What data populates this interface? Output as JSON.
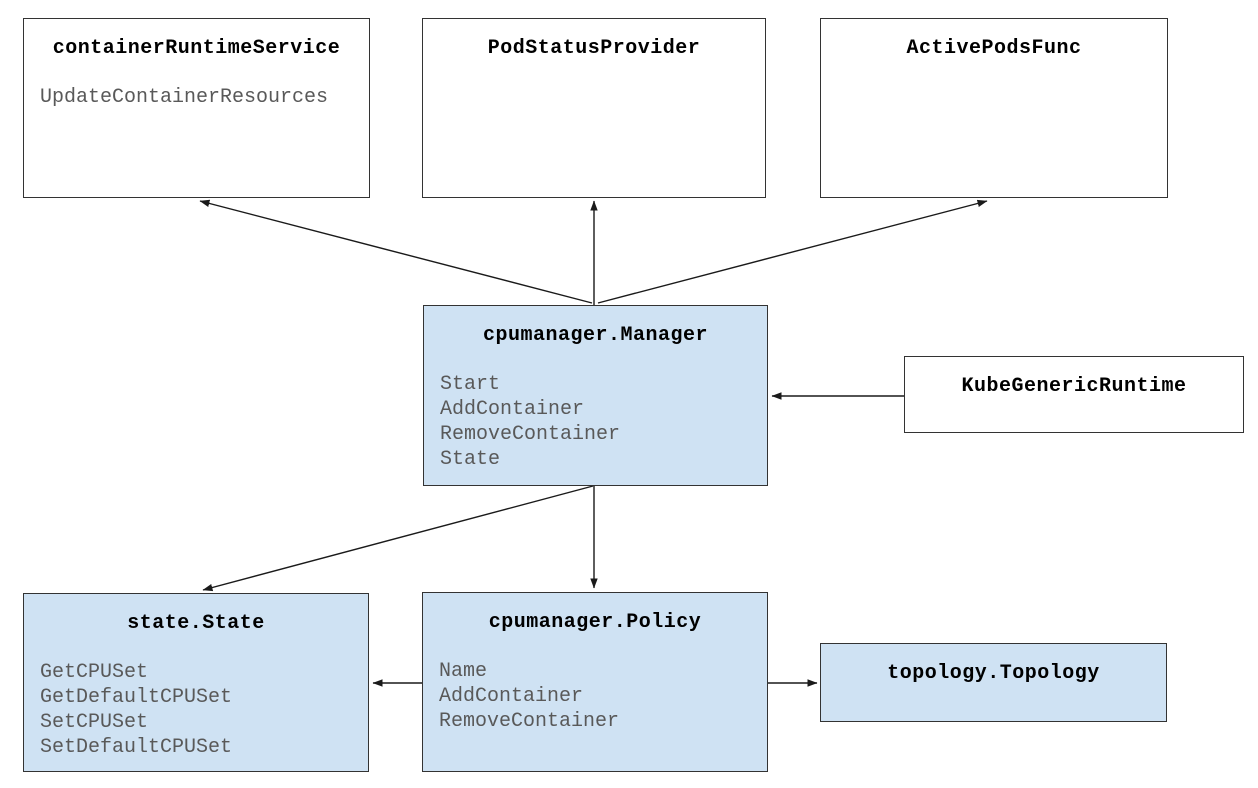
{
  "diagram": {
    "description": "Kubernetes CPU Manager component diagram",
    "colors": {
      "blue_box_fill": "#cfe2f3",
      "white_box_fill": "#ffffff",
      "box_border": "#333333",
      "title_text": "#000000",
      "method_text": "#595959",
      "arrow": "#1a1a1a"
    },
    "boxes": {
      "container_runtime_service": {
        "title": "containerRuntimeService",
        "methods": [
          "UpdateContainerResources"
        ],
        "fill": "white"
      },
      "pod_status_provider": {
        "title": "PodStatusProvider",
        "methods": [],
        "fill": "white"
      },
      "active_pods_func": {
        "title": "ActivePodsFunc",
        "methods": [],
        "fill": "white"
      },
      "cpumanager_manager": {
        "title": "cpumanager.Manager",
        "methods": [
          "Start",
          "AddContainer",
          "RemoveContainer",
          "State"
        ],
        "fill": "blue"
      },
      "kube_generic_runtime": {
        "title": "KubeGenericRuntime",
        "methods": [],
        "fill": "white"
      },
      "state_state": {
        "title": "state.State",
        "methods": [
          "GetCPUSet",
          "GetDefaultCPUSet",
          "SetCPUSet",
          "SetDefaultCPUSet"
        ],
        "fill": "blue"
      },
      "cpumanager_policy": {
        "title": "cpumanager.Policy",
        "methods": [
          "Name",
          "AddContainer",
          "RemoveContainer"
        ],
        "fill": "blue"
      },
      "topology_topology": {
        "title": "topology.Topology",
        "methods": [],
        "fill": "blue"
      }
    },
    "edges": [
      {
        "from": "cpumanager.Manager",
        "to": "containerRuntimeService"
      },
      {
        "from": "cpumanager.Manager",
        "to": "PodStatusProvider"
      },
      {
        "from": "cpumanager.Manager",
        "to": "ActivePodsFunc"
      },
      {
        "from": "KubeGenericRuntime",
        "to": "cpumanager.Manager"
      },
      {
        "from": "cpumanager.Manager",
        "to": "state.State"
      },
      {
        "from": "cpumanager.Manager",
        "to": "cpumanager.Policy"
      },
      {
        "from": "cpumanager.Policy",
        "to": "state.State"
      },
      {
        "from": "cpumanager.Policy",
        "to": "topology.Topology"
      }
    ]
  }
}
